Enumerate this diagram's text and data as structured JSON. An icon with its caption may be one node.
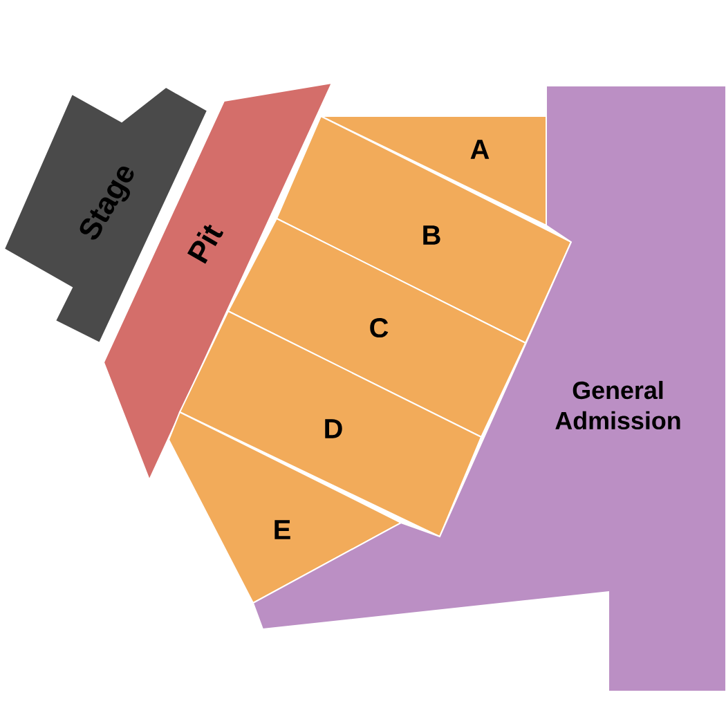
{
  "diagram": {
    "nodes": [
      {
        "text": [
          "Stage"
        ]
      },
      {
        "text": [
          "Pit"
        ]
      },
      {
        "text": [
          "A"
        ]
      },
      {
        "text": [
          "B"
        ]
      },
      {
        "text": [
          "C"
        ]
      },
      {
        "text": [
          "D"
        ]
      },
      {
        "text": [
          "E"
        ]
      },
      {
        "text": [
          "General Admission"
        ]
      }
    ]
  }
}
